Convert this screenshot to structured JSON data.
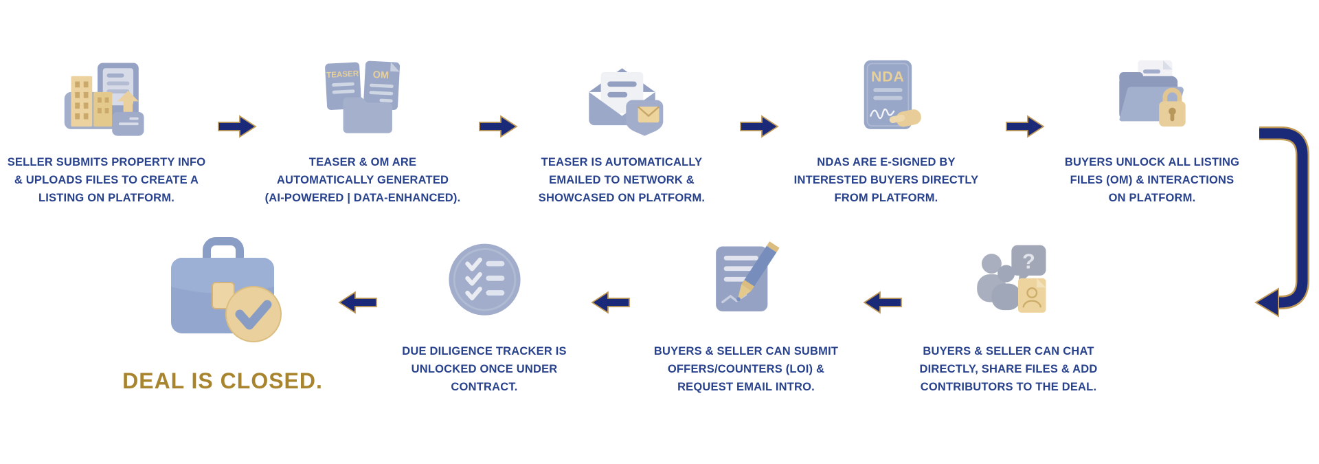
{
  "palette": {
    "caption_navy": "#27418d",
    "arrow_navy": "#1b2a78",
    "arrow_gold_outline": "#c19a55",
    "closed_gold": "#a8842f",
    "icon_blue_gray": "#909ebf",
    "icon_gold": "#ecd196"
  },
  "flow": {
    "top_steps": [
      {
        "icon": "building-upload-icon",
        "lines": [
          "SELLER SUBMITS PROPERTY INFO",
          "& UPLOADS FILES TO CREATE A",
          "LISTING ON PLATFORM."
        ]
      },
      {
        "icon": "teaser-om-documents-icon",
        "doc_labels": [
          "TEASER",
          "OM"
        ],
        "lines": [
          "TEASER & OM ARE",
          "AUTOMATICALLY GENERATED",
          "(AI-POWERED | DATA-ENHANCED)."
        ]
      },
      {
        "icon": "email-network-icon",
        "lines": [
          "TEASER IS AUTOMATICALLY",
          "EMAILED TO NETWORK &",
          "SHOWCASED ON PLATFORM."
        ]
      },
      {
        "icon": "nda-esign-icon",
        "doc_labels": [
          "NDA"
        ],
        "lines": [
          "NDAS ARE E-SIGNED BY",
          "INTERESTED BUYERS DIRECTLY",
          "FROM PLATFORM."
        ]
      },
      {
        "icon": "folder-lock-icon",
        "lines": [
          "BUYERS UNLOCK ALL LISTING",
          "FILES (OM) & INTERACTIONS",
          "ON PLATFORM."
        ]
      }
    ],
    "bottom_steps": [
      {
        "icon": "people-chat-icon",
        "bubble_glyph": "?",
        "lines": [
          "BUYERS & SELLER CAN CHAT",
          "DIRECTLY, SHARE FILES & ADD",
          "CONTRIBUTORS TO THE DEAL."
        ]
      },
      {
        "icon": "offer-pen-icon",
        "lines": [
          "BUYERS & SELLER CAN SUBMIT",
          "OFFERS/COUNTERS (LOI) &",
          "REQUEST EMAIL INTRO."
        ]
      },
      {
        "icon": "due-diligence-checklist-icon",
        "lines": [
          "DUE DILIGENCE TRACKER IS",
          "UNLOCKED ONCE UNDER",
          "CONTRACT."
        ]
      },
      {
        "icon": "briefcase-check-icon",
        "title": "DEAL IS CLOSED."
      }
    ]
  }
}
